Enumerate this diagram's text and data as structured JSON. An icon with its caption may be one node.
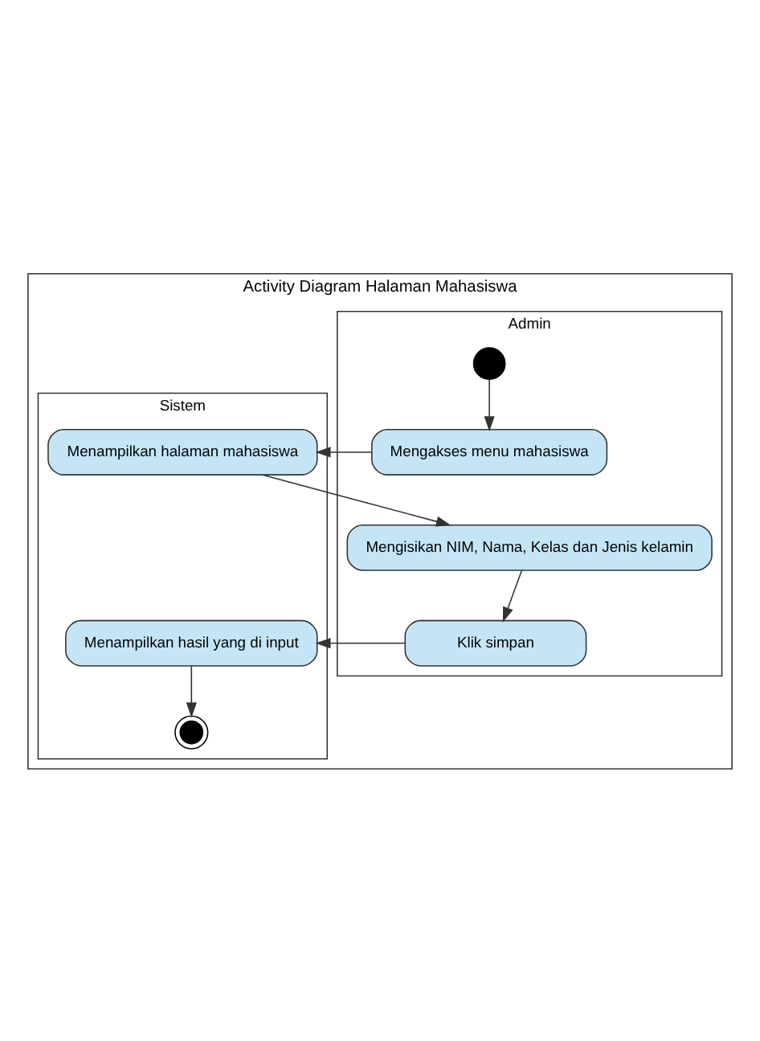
{
  "diagram": {
    "nodes": [
      {
        "text": [
          "Activity Diagram Halaman Mahasiswa"
        ]
      },
      {
        "text": [
          "Admin"
        ],
        "in": 0
      },
      {
        "text": [
          "Sistem"
        ],
        "in": 0
      },
      {
        "text": [],
        "shape": "circle",
        "in": 1
      },
      {
        "text": [
          "Mengakses menu mahasiswa"
        ],
        "in": 1
      },
      {
        "text": [
          "Menampilkan halaman mahasiswa"
        ],
        "in": 2
      },
      {
        "text": [
          "Mengisikan NIM, Nama, Kelas dan Jenis kelamin"
        ],
        "in": 1
      },
      {
        "text": [
          "Klik simpan"
        ],
        "in": 1
      },
      {
        "text": [
          "Menampilkan hasil yang di input"
        ],
        "in": 2
      },
      {
        "text": [],
        "shape": "circle",
        "in": 2
      }
    ],
    "edges": [
      {
        "from": 3,
        "to": 4,
        "arrow": "to"
      },
      {
        "from": 4,
        "to": 5,
        "arrow": "to"
      },
      {
        "from": 5,
        "to": 6,
        "arrow": "to"
      },
      {
        "from": 6,
        "to": 7,
        "arrow": "to"
      },
      {
        "from": 7,
        "to": 8,
        "arrow": "to"
      },
      {
        "from": 8,
        "to": 9,
        "arrow": "to"
      }
    ]
  }
}
